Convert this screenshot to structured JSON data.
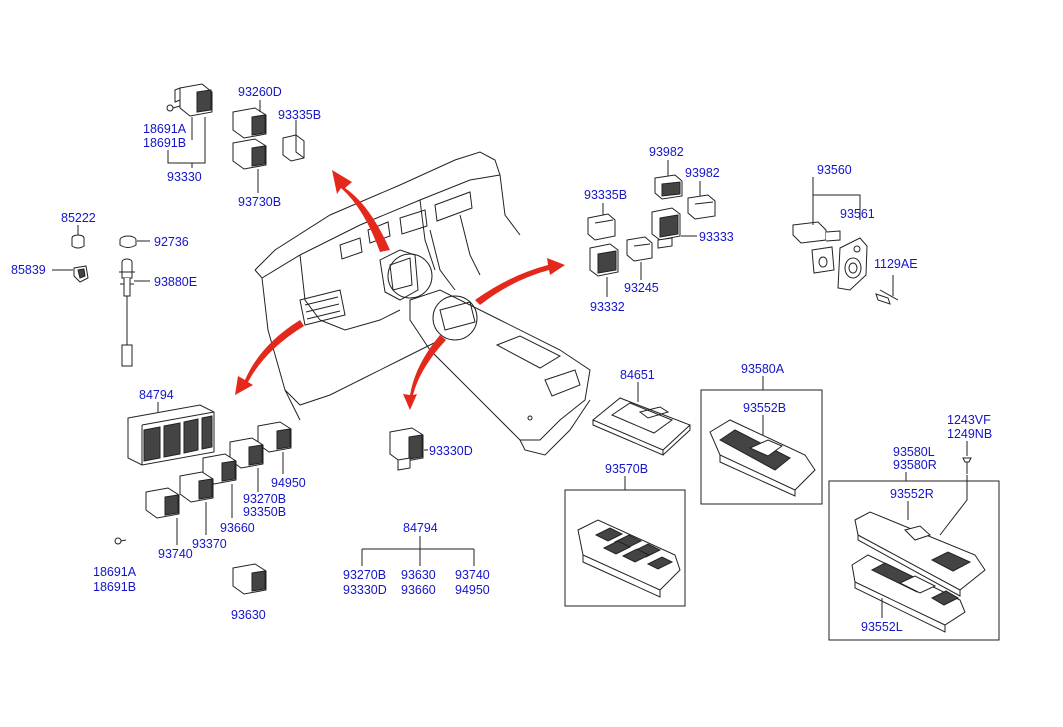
{
  "labels": {
    "p93260D": "93260D",
    "p93335B_top": "93335B",
    "p18691A_top": "18691A",
    "p18691B_top": "18691B",
    "p93330": "93330",
    "p93730B": "93730B",
    "p85222": "85222",
    "p92736": "92736",
    "p85839": "85839",
    "p93880E": "93880E",
    "p84794_left": "84794",
    "p94950_left": "94950",
    "p93270B_left": "93270B",
    "p93350B": "93350B",
    "p93660_left": "93660",
    "p93370": "93370",
    "p93740_left": "93740",
    "p18691A_bot": "18691A",
    "p18691B_bot": "18691B",
    "p93630_left": "93630",
    "p93330D_center": "93330D",
    "p84794_center": "84794",
    "p93270B_c": "93270B",
    "p93330D_c": "93330D",
    "p93630_c": "93630",
    "p93660_c": "93660",
    "p93740_c": "93740",
    "p94950_c": "94950",
    "p93982_a": "93982",
    "p93982_b": "93982",
    "p93335B_right": "93335B",
    "p93333": "93333",
    "p93245": "93245",
    "p93332": "93332",
    "p93560": "93560",
    "p93561": "93561",
    "p1129AE": "1129AE",
    "p84651": "84651",
    "p93580A": "93580A",
    "p93552B": "93552B",
    "p93570B": "93570B",
    "p1243VF": "1243VF",
    "p1249NB": "1249NB",
    "p93580L": "93580L",
    "p93580R": "93580R",
    "p93552R": "93552R",
    "p93552L": "93552L"
  },
  "colors": {
    "label": "#1414c8",
    "line": "#222222",
    "arrow": "#e4281c"
  }
}
